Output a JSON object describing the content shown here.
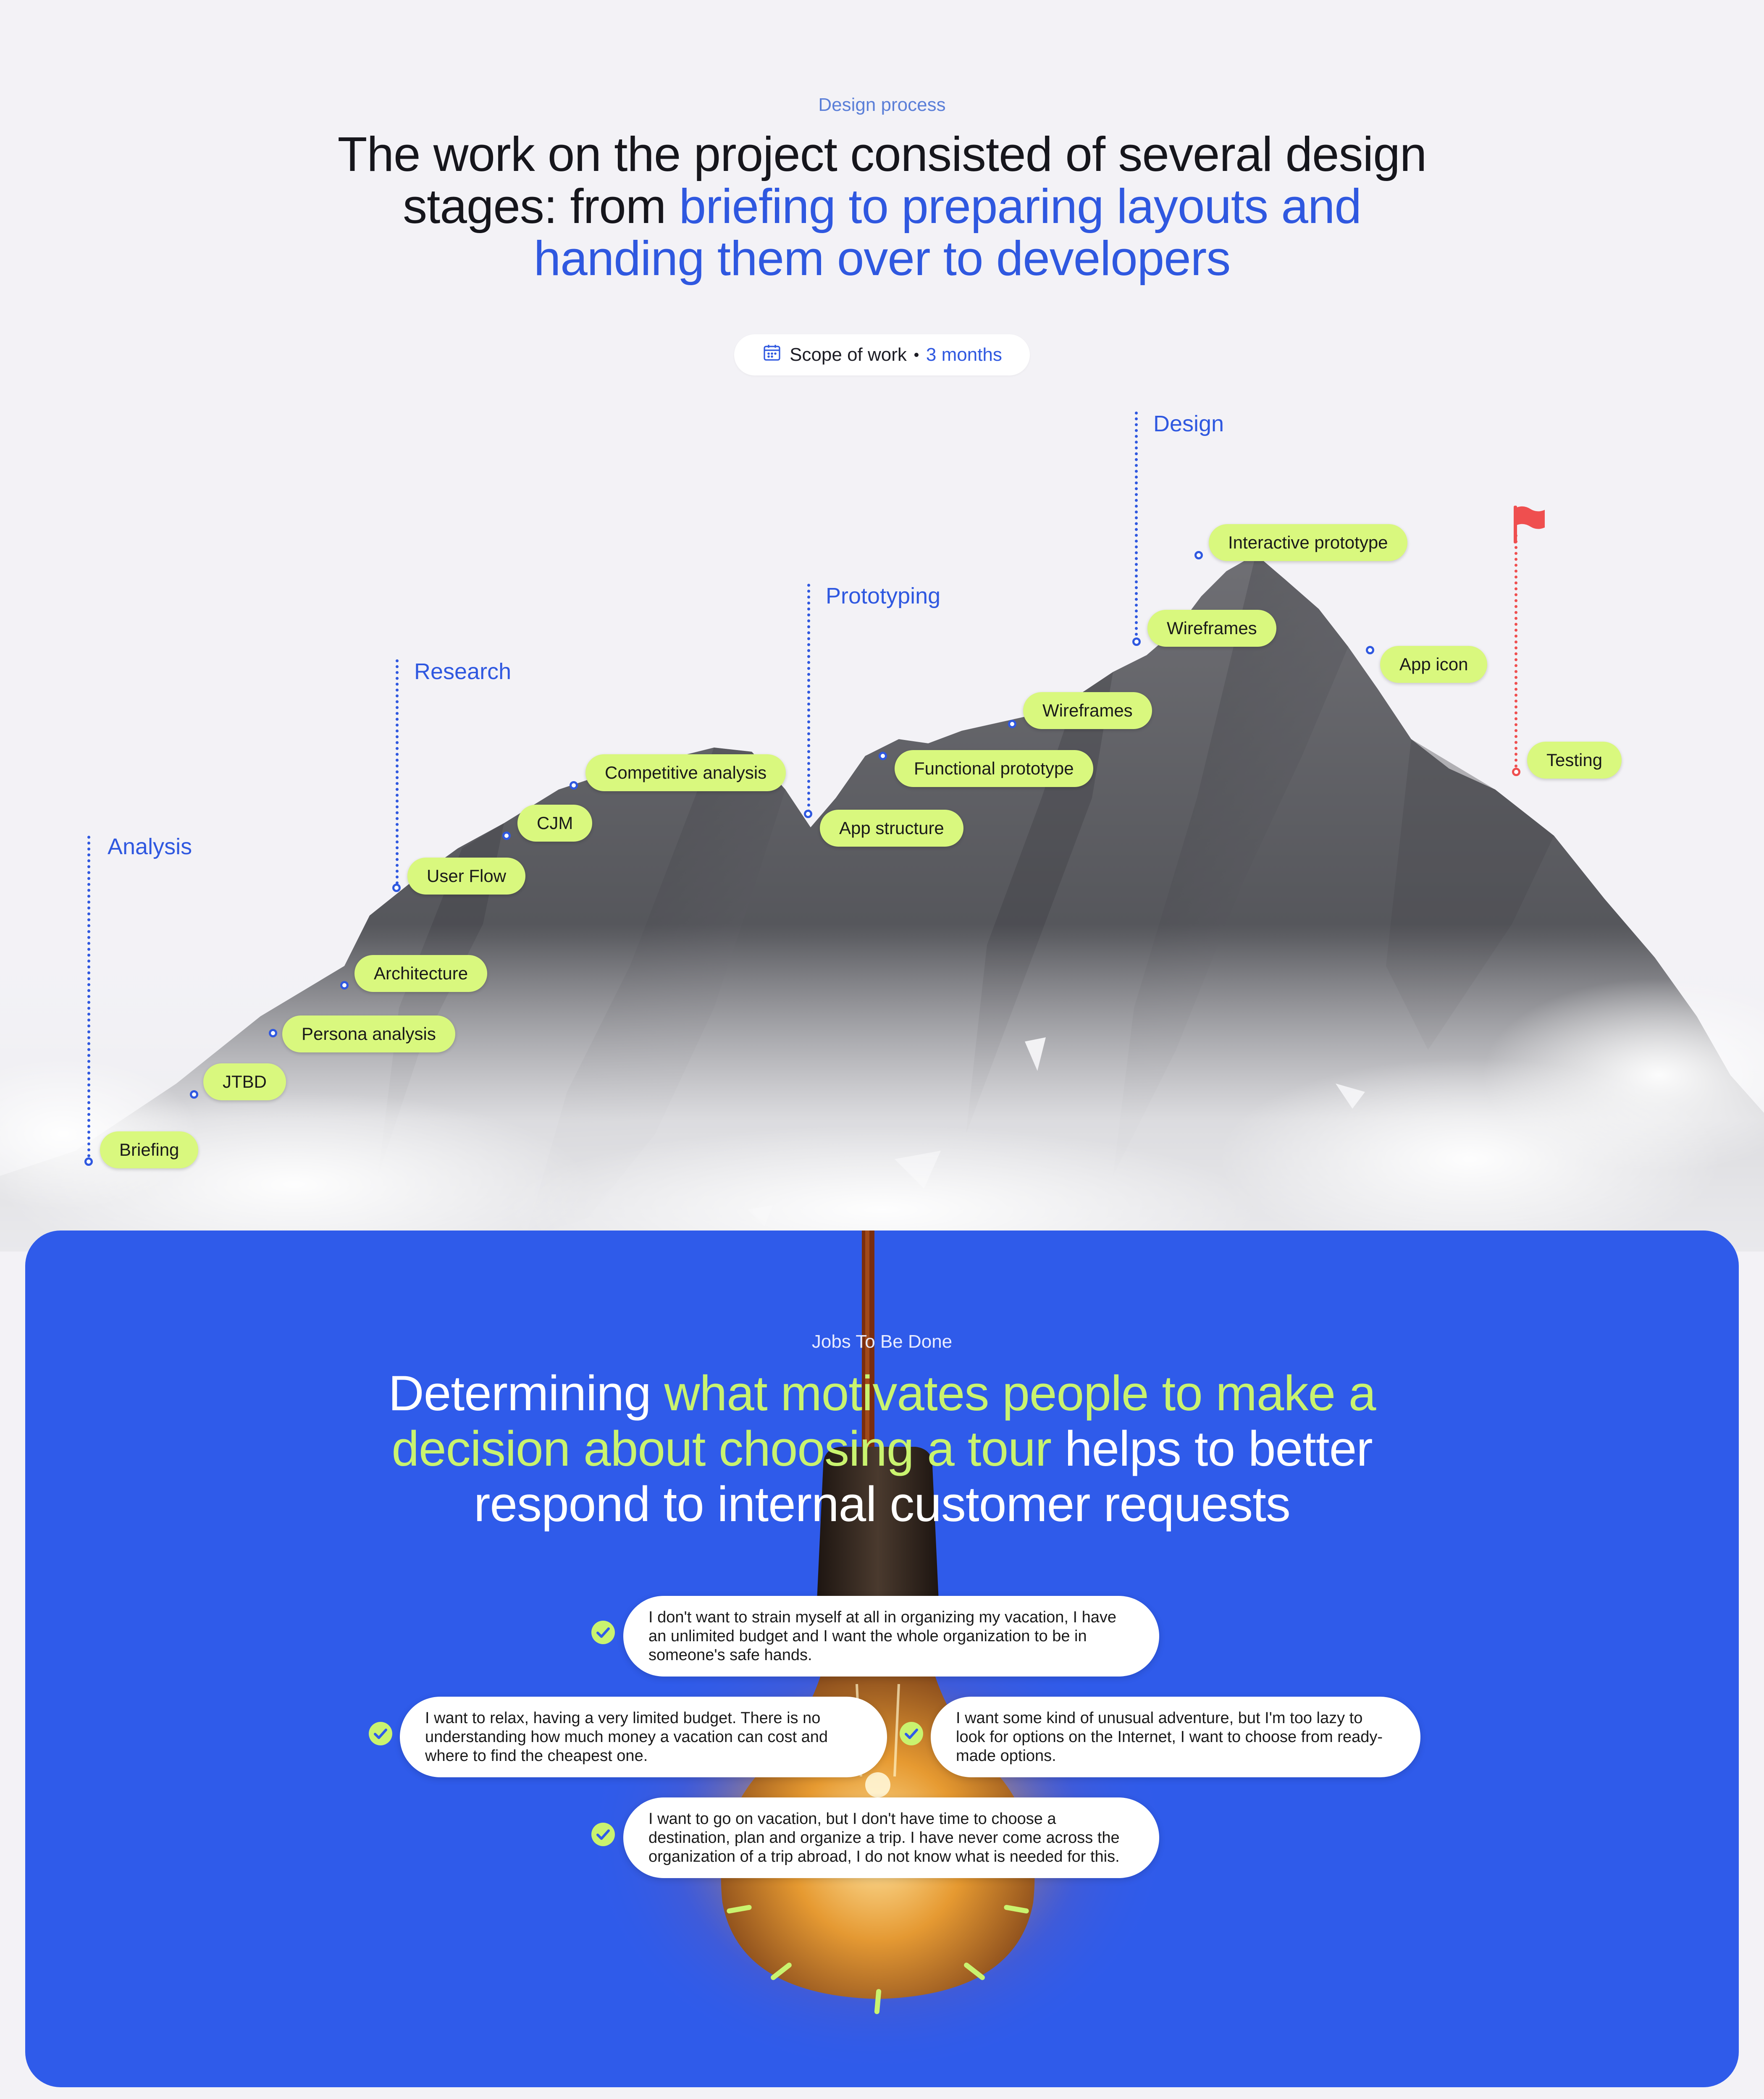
{
  "process": {
    "eyebrow": "Design process",
    "headline_part1": "The work on the project consisted of several design stages: from ",
    "headline_part2": "briefing to preparing layouts and handing them over to developers",
    "scope_label": "Scope of work",
    "scope_value": "3 months",
    "phases": [
      "Analysis",
      "Research",
      "Prototyping",
      "Design"
    ],
    "steps": [
      "Briefing",
      "JTBD",
      "Persona analysis",
      "Architecture",
      "User Flow",
      "CJM",
      "Competitive analysis",
      "App structure",
      "Functional prototype",
      "Wireframes",
      "Wireframes",
      "Interactive prototype",
      "App icon",
      "Testing"
    ]
  },
  "jtbd": {
    "eyebrow": "Jobs To Be Done",
    "headline_part1": "Determining ",
    "headline_part2": "what motivates people to make a decision about choosing a tour",
    "headline_part3": " helps to better respond to internal customer requests",
    "quotes": [
      "I don't want to strain myself at all in organizing my vacation, I have an unlimited budget and I want the whole organization to be in someone's safe hands.",
      "I want to relax, having a very limited budget. There is no understanding how much money a vacation can cost and where to find the cheapest one.",
      "I want some kind of unusual adventure, but I'm too lazy to look for options on the Internet, I want to choose from ready-made options.",
      "I want to go on vacation, but I don't have time to choose a destination, plan and organize a trip. I have never come across the organization of a trip abroad, I do not know what is needed for this."
    ]
  },
  "colors": {
    "accent_blue": "#2f58e0",
    "lime": "#d9f87e",
    "flag_red": "#ef4f4f",
    "panel_blue": "#2f5bea"
  },
  "icons": [
    "calendar-icon",
    "flag-icon",
    "check-icon",
    "light-bulb-icon"
  ]
}
